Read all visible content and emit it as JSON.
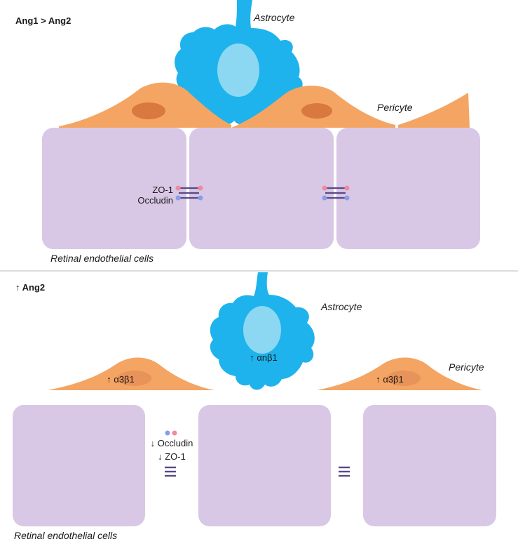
{
  "colors": {
    "astrocyte": "#1eb3ec",
    "astrocyte_nucleus": "#8cd8f2",
    "pericyte": "#f4a563",
    "pericyte_nucleus": "#d9783f",
    "endothelial": "#d8c8e6",
    "endothelial_border": "#c9b6da",
    "junction_bar": "#5a4a86",
    "dot_pink": "#f08a9e",
    "dot_blue": "#8a9ee8",
    "divider": "#c8c8c8",
    "text": "#1a1a1a"
  },
  "panels": {
    "top": {
      "condition": "Ang1 > Ang2",
      "astrocyte_label": "Astrocyte",
      "pericyte_label": "Pericyte",
      "zo1_label": "ZO-1",
      "occludin_label": "Occludin",
      "cells_label": "Retinal endothelial cells"
    },
    "bottom": {
      "condition": "↑ Ang2",
      "astrocyte_label": "Astrocyte",
      "pericyte_label": "Pericyte",
      "astrocyte_integrin": "↑ αnβ1",
      "pericyte_integrin_left": "↑ α3β1",
      "pericyte_integrin_right": "↑ α3β1",
      "occludin_label": "↓ Occludin",
      "zo1_label": "↓ ZO-1",
      "cells_label": "Retinal endothelial cells"
    }
  }
}
